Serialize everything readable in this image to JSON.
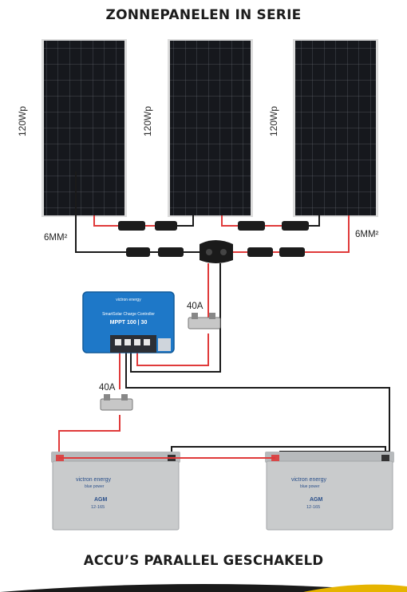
{
  "diagram": {
    "top_title": "ZONNEPANELEN IN SERIE",
    "bottom_title": "ACCU’S PARALLEL GESCHAKELD",
    "panels": [
      {
        "rating": "120Wp"
      },
      {
        "rating": "120Wp"
      },
      {
        "rating": "120Wp"
      }
    ],
    "cable_left": "6MM²",
    "cable_right": "6MM²",
    "fuse_upper": "40A",
    "fuse_lower": "40A",
    "controller": {
      "brand": "victron energy",
      "line1": "SmartSolar Charge Controller",
      "model": "MPPT 100 | 30"
    },
    "batteries": [
      {
        "brand": "victron energy",
        "tagline": "blue power",
        "type": "AGM",
        "spec": "12-165"
      },
      {
        "brand": "victron energy",
        "tagline": "blue power",
        "type": "AGM",
        "spec": "12-165"
      }
    ],
    "colors": {
      "positive_wire": "#e03a3a",
      "negative_wire": "#1a1a1a",
      "controller_blue": "#1e78c8",
      "panel_cell": "#15171c",
      "battery_body": "#c9cbcc"
    }
  }
}
